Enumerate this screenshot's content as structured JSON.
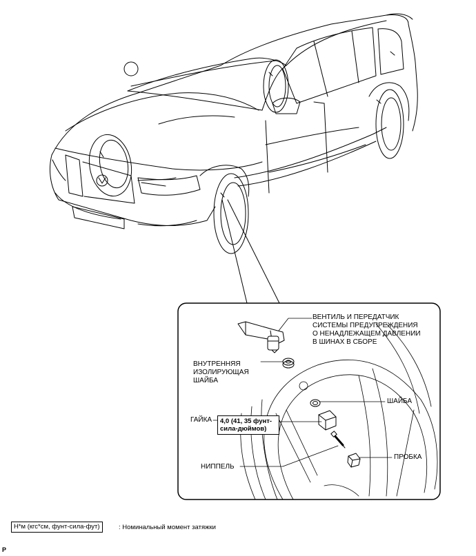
{
  "labels": {
    "valve_transmitter": "ВЕНТИЛЬ И ПЕРЕДАТЧИК\nСИСТЕМЫ ПРЕДУПРЕЖДЕНИЯ\nО НЕНАДЛЕЖАЩЕМ ДАВЛЕНИИ\nВ ШИНАХ В СБОРЕ",
    "inner_washer": "ВНУТРЕННЯЯ\nИЗОЛИРУЮЩАЯ\nШАЙБА",
    "washer": "ШАЙБА",
    "nut": "ГАЙКА",
    "torque_spec": "4,0 (41, 35 фунт-\nсила-дюймов)",
    "core": "НИППЕЛЬ",
    "cap": "ПРОБКА"
  },
  "legend": {
    "units": "Н*м (кгс*см, фунт-сила-фут)",
    "description": ": Номинальный момент затяжки"
  },
  "figure_id": "P"
}
